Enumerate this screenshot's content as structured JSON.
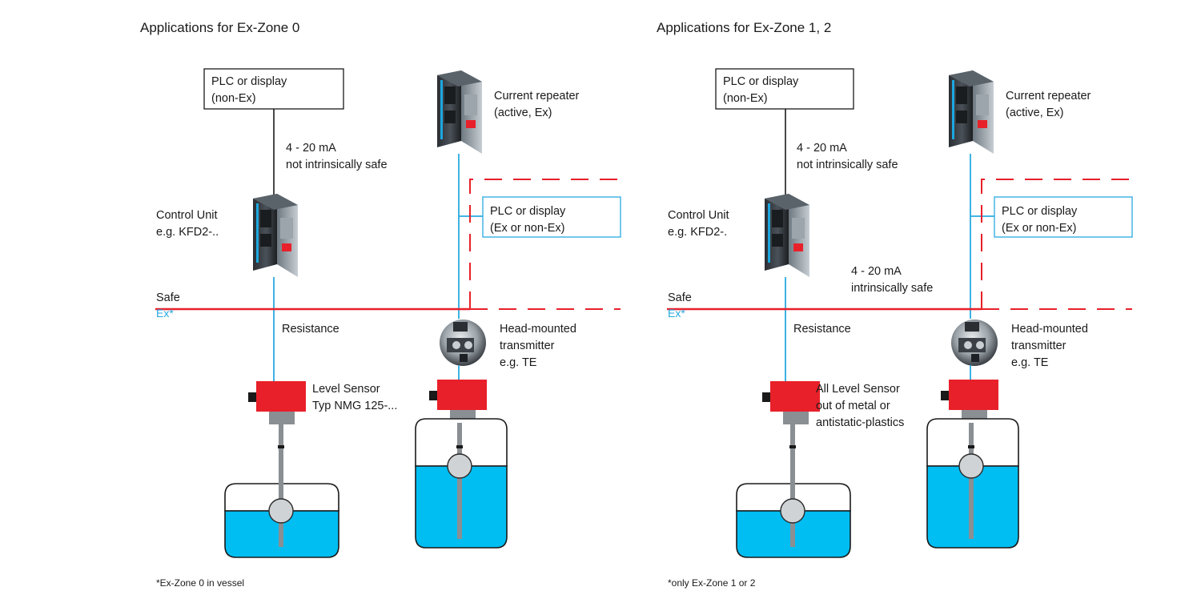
{
  "colors": {
    "signal_line": "#29a9e0",
    "safe_ex_line": "#e8202a",
    "sensor_head": "#e8202a",
    "liquid": "#00bdf2",
    "frame": "#1a1a1a",
    "text": "#1a1a1a",
    "ex_label": "#29a9e0"
  },
  "zone0": {
    "title": "Applications for Ex-Zone 0",
    "plc_top": [
      "PLC or display",
      "(non-Ex)"
    ],
    "signal_label": [
      "4 - 20 mA",
      "not intrinsically safe"
    ],
    "control_unit": [
      "Control Unit",
      "e.g. KFD2-.."
    ],
    "current_repeater": [
      "Current repeater",
      "(active, Ex)"
    ],
    "plc_right": [
      "PLC or display",
      "(Ex or non-Ex)"
    ],
    "safe_label": "Safe",
    "ex_label": "Ex*",
    "resistance_label": "Resistance",
    "transmitter": [
      "Head-mounted",
      "transmitter",
      "e.g. TE"
    ],
    "level_sensor": [
      "Level Sensor",
      "Typ NMG 125-..."
    ],
    "footnote": "*Ex-Zone 0 in vessel",
    "icons": [
      "control-unit-device",
      "current-repeater-device",
      "head-transmitter-device",
      "level-sensor",
      "vessel"
    ]
  },
  "zone12": {
    "title": "Applications for Ex-Zone 1, 2",
    "plc_top": [
      "PLC or display",
      "(non-Ex)"
    ],
    "signal_label": [
      "4 - 20 mA",
      "not intrinsically safe"
    ],
    "control_unit": [
      "Control Unit",
      "e.g. KFD2-."
    ],
    "current_repeater": [
      "Current repeater",
      "(active, Ex)"
    ],
    "plc_right": [
      "PLC or display",
      "(Ex or non-Ex)"
    ],
    "signal_label_2": [
      "4 - 20 mA",
      "intrinsically safe"
    ],
    "safe_label": "Safe",
    "ex_label": "Ex*",
    "resistance_label": "Resistance",
    "transmitter": [
      "Head-mounted",
      "transmitter",
      "e.g. TE"
    ],
    "level_sensor": [
      "All Level Sensor",
      "out of metal or",
      "antistatic-plastics"
    ],
    "footnote": "*only Ex-Zone 1 or 2",
    "icons": [
      "control-unit-device",
      "current-repeater-device",
      "head-transmitter-device",
      "level-sensor",
      "vessel"
    ]
  }
}
